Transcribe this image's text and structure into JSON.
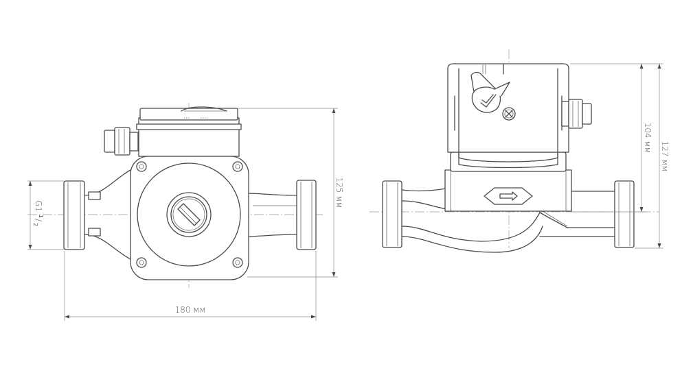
{
  "dimensions": {
    "length": "180 мм",
    "height_front": "125 мм",
    "height_side_body": "104 мм",
    "height_side_total": "127 мм",
    "thread": "G1",
    "thread_num": "1",
    "thread_den": "2"
  },
  "colors": {
    "line": "#4a4a4a",
    "dimension": "#8a8a8a",
    "background": "#ffffff"
  },
  "icons": {
    "flow_arrow": "arrow-right-icon",
    "vent_screw": "cross-screw-icon",
    "rotor_plug": "slotted-screw-icon",
    "speed_knob": "rotary-knob-icon"
  }
}
